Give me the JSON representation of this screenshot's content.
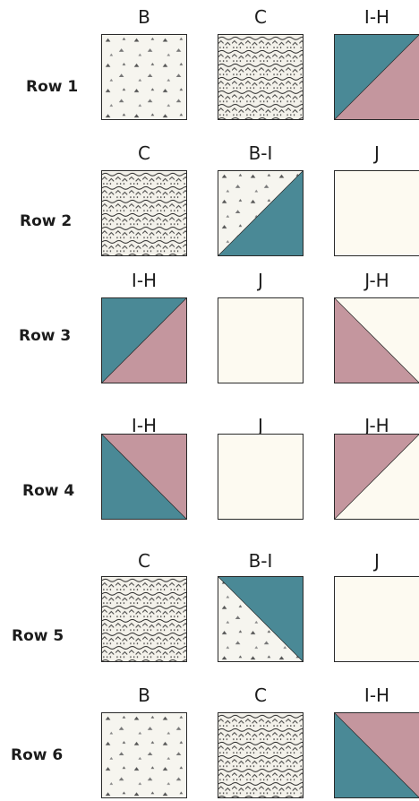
{
  "colors": {
    "teal": "#4a8996",
    "mauve": "#c4969e",
    "cream": "#fdfaf1",
    "ink": "#2a2a2a"
  },
  "rows": [
    {
      "label": "Row 1",
      "blocks": [
        {
          "code": "B",
          "fill": "dots"
        },
        {
          "code": "C",
          "fill": "print"
        },
        {
          "code": "I-H",
          "fill": "diag-tr",
          "colors": [
            "teal",
            "mauve"
          ]
        }
      ]
    },
    {
      "label": "Row 2",
      "blocks": [
        {
          "code": "C",
          "fill": "print"
        },
        {
          "code": "B-I",
          "fill": "diag-tr",
          "colors": [
            "dots",
            "teal"
          ]
        },
        {
          "code": "J",
          "fill": "solid-cream"
        }
      ]
    },
    {
      "label": "Row 3",
      "blocks": [
        {
          "code": "I-H",
          "fill": "diag-tr",
          "colors": [
            "teal",
            "mauve"
          ]
        },
        {
          "code": "J",
          "fill": "solid-cream"
        },
        {
          "code": "J-H",
          "fill": "diag-tl",
          "colors": [
            "cream",
            "mauve"
          ]
        }
      ]
    },
    {
      "label": "Row 4",
      "blocks": [
        {
          "code": "I-H",
          "fill": "diag-tl",
          "colors": [
            "mauve",
            "teal"
          ]
        },
        {
          "code": "J",
          "fill": "solid-cream"
        },
        {
          "code": "J-H",
          "fill": "diag-tr",
          "colors": [
            "mauve",
            "cream"
          ]
        }
      ]
    },
    {
      "label": "Row 5",
      "blocks": [
        {
          "code": "C",
          "fill": "print"
        },
        {
          "code": "B-I",
          "fill": "diag-tl",
          "colors": [
            "teal",
            "dots"
          ]
        },
        {
          "code": "J",
          "fill": "solid-cream"
        }
      ]
    },
    {
      "label": "Row 6",
      "blocks": [
        {
          "code": "B",
          "fill": "dots"
        },
        {
          "code": "C",
          "fill": "print"
        },
        {
          "code": "I-H",
          "fill": "diag-tl",
          "colors": [
            "mauve",
            "teal"
          ]
        }
      ]
    }
  ]
}
